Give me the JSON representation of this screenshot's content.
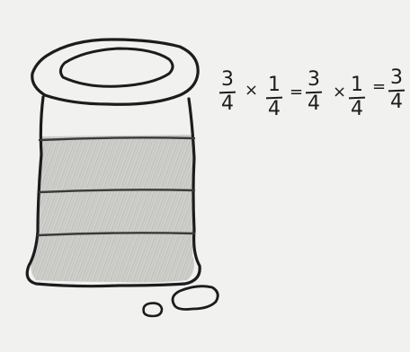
{
  "equation": {
    "frac1": {
      "numerator": "3",
      "denominator": "4"
    },
    "op1": "×",
    "frac2": {
      "numerator": "1",
      "denominator": "4"
    },
    "op2": "=",
    "frac3": {
      "numerator": "3",
      "denominator": "4"
    },
    "op3": "×",
    "frac4": {
      "numerator": "1",
      "denominator": "4"
    },
    "op4": "=",
    "frac5": {
      "numerator": "3",
      "denominator": "4"
    }
  },
  "colors": {
    "ink": "#1c1c1c",
    "paper": "#f1f1ef",
    "shading": "#b9b9b5"
  }
}
